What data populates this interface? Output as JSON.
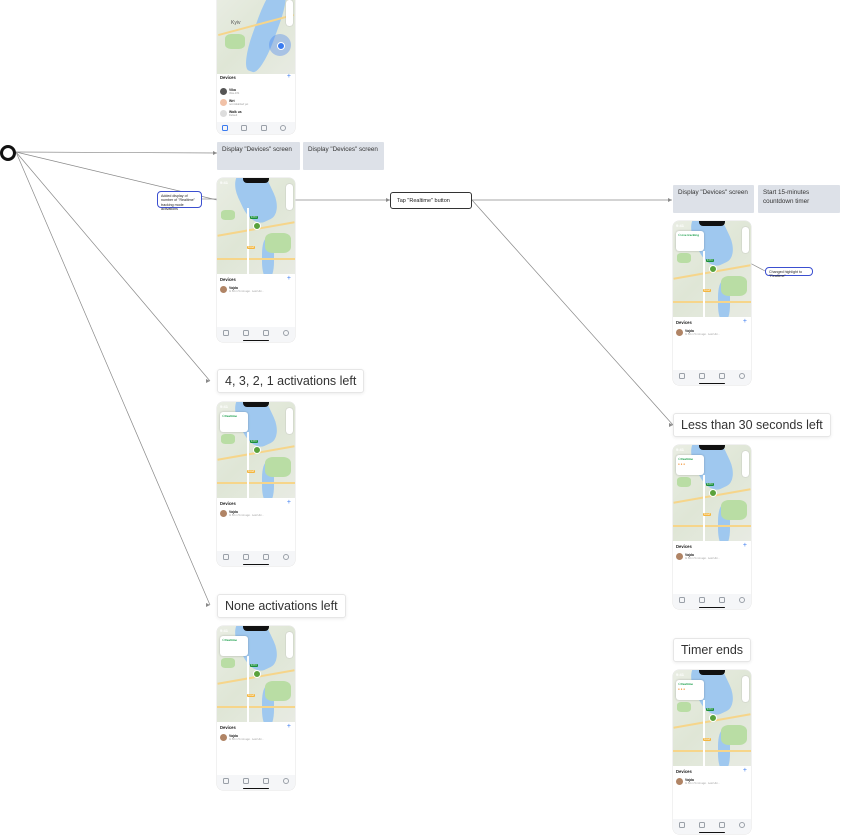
{
  "start_node": {
    "label": ""
  },
  "top_screen": {
    "city": "Kyiv",
    "devices_title": "Devices",
    "devices": [
      {
        "name": "Vika",
        "sub": "Vika-iOS"
      },
      {
        "name": "Wrt",
        "sub": "not initialized yet"
      },
      {
        "name": "Walk us",
        "sub": "Default"
      }
    ]
  },
  "stickies": {
    "display_devices_1": "Display \"Devices\" screen",
    "display_devices_2": "Display \"Devices\" screen",
    "display_devices_3": "Display \"Devices\" screen",
    "start_timer": "Start 15-minutes countdown timer"
  },
  "notes": {
    "added_display": "Added display of number of \"Realtime\" tracking mode activations",
    "change_highlight": "Changed highlight to \"Realtime\""
  },
  "actions": {
    "tap_realtime": "Tap \"Realtime\" button"
  },
  "section_labels": {
    "activations_left": "4, 3, 2, 1 activations left",
    "none_left": "None activations left",
    "less_30": "Less than 30 seconds left",
    "timer_ends": "Timer ends"
  },
  "phone": {
    "time": "9:41",
    "devices_title": "Devices",
    "device_name": "Vajda",
    "device_sub": "In 50 m  5 min ago · Lesi Ukr..."
  },
  "colors": {
    "note_border": "#3b4fd0",
    "sticky_bg": "#dde1e8",
    "accent": "#3a7bf0",
    "realtime_green": "#1b9e4b",
    "warning_orange": "#f08a24"
  }
}
